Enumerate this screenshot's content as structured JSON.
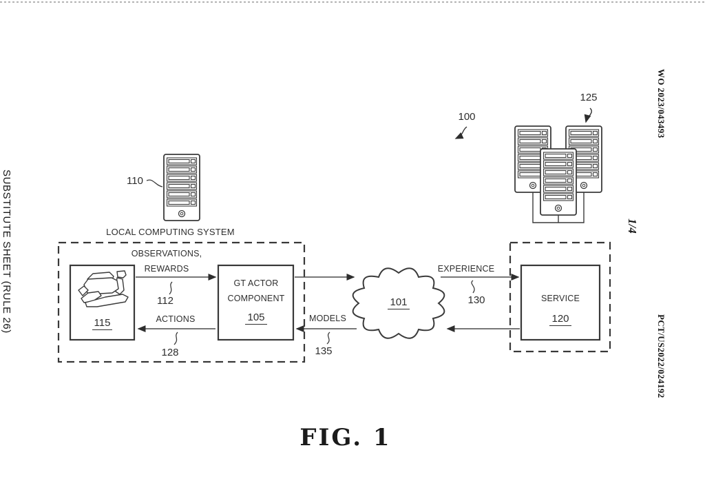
{
  "page": {
    "fig_label": "FIG. 1",
    "margins": {
      "left": "SUBSTITUTE SHEET (RULE 26)",
      "publication_number": "WO 2023/043493",
      "sheet_number": "1/4",
      "application_number": "PCT/US2022/024192"
    }
  },
  "diagram": {
    "system_ref": "100",
    "local_system": {
      "title": "LOCAL COMPUTING SYSTEM",
      "server_ref": "110",
      "game_box": {
        "ref": "115",
        "icon": "race-car-sketch"
      },
      "actor_box": {
        "line1": "GT ACTOR",
        "line2": "COMPONENT",
        "ref": "105"
      }
    },
    "network_cloud": {
      "ref": "101",
      "icon": "cloud"
    },
    "service_system": {
      "servers_ref": "125",
      "service_box": {
        "label": "SERVICE",
        "ref": "120"
      }
    },
    "flows": {
      "observations": {
        "line1": "OBSERVATIONS,",
        "line2": "REWARDS",
        "ref": "112"
      },
      "actions": {
        "label": "ACTIONS",
        "ref": "128"
      },
      "experience": {
        "label": "EXPERIENCE",
        "ref": "130"
      },
      "models": {
        "label": "MODELS",
        "ref": "135"
      }
    }
  },
  "colors": {
    "line": "#3a3a3a",
    "text": "#2e2e2e",
    "rule": "#b3b3b3"
  }
}
